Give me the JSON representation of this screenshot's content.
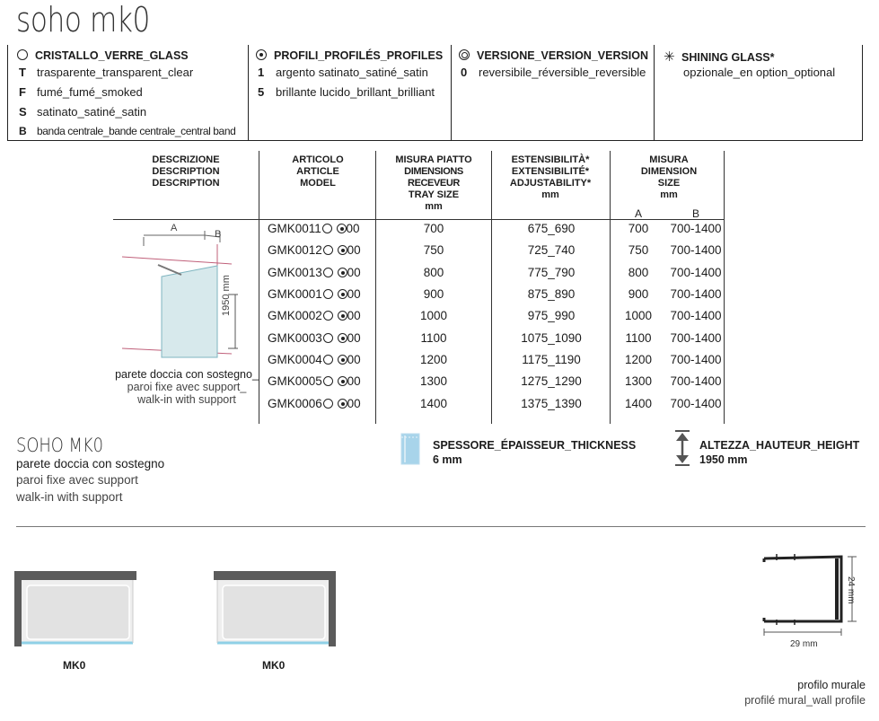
{
  "title": "soho mk0",
  "legend": {
    "glass": {
      "header": "CRISTALLO_VERRE_GLASS",
      "items": [
        {
          "code": "T",
          "label": "trasparente_transparent_clear"
        },
        {
          "code": "F",
          "label": "fumé_fumé_smoked"
        },
        {
          "code": "S",
          "label": "satinato_satiné_satin"
        },
        {
          "code": "B",
          "label": "banda centrale_bande centrale_central band"
        }
      ]
    },
    "profiles": {
      "header": "PROFILI_PROFILÉS_PROFILES",
      "items": [
        {
          "code": "1",
          "label": "argento satinato_satiné_satin"
        },
        {
          "code": "5",
          "label": "brillante lucido_brillant_brilliant"
        }
      ]
    },
    "version": {
      "header": "VERSIONE_VERSION_VERSION",
      "items": [
        {
          "code": "0",
          "label": "reversibile_réversible_reversible"
        }
      ]
    },
    "shining": {
      "header": "SHINING GLASS*",
      "label": "opzionale_en option_optional"
    }
  },
  "table": {
    "headers": {
      "description": [
        "DESCRIZIONE",
        "DESCRIPTION",
        "DESCRIPTION"
      ],
      "article": [
        "ARTICOLO",
        "ARTICLE",
        "MODEL"
      ],
      "tray": [
        "MISURA PIATTO",
        "DIMENSIONS RECEVEUR",
        "TRAY SIZE",
        "mm"
      ],
      "adjust": [
        "ESTENSIBILITÀ*",
        "EXTENSIBILITÉ*",
        "ADJUSTABILITY*",
        "mm"
      ],
      "size": [
        "MISURA",
        "DIMENSION",
        "SIZE",
        "mm"
      ],
      "size_a": "A",
      "size_b": "B"
    },
    "rows": [
      {
        "code": "GMK0011",
        "suffix": "00",
        "tray": "700",
        "adjust": "675_690",
        "a": "700",
        "b": "700-1400"
      },
      {
        "code": "GMK0012",
        "suffix": "00",
        "tray": "750",
        "adjust": "725_740",
        "a": "750",
        "b": "700-1400"
      },
      {
        "code": "GMK0013",
        "suffix": "00",
        "tray": "800",
        "adjust": "775_790",
        "a": "800",
        "b": "700-1400"
      },
      {
        "code": "GMK0001",
        "suffix": "00",
        "tray": "900",
        "adjust": "875_890",
        "a": "900",
        "b": "700-1400"
      },
      {
        "code": "GMK0002",
        "suffix": "00",
        "tray": "1000",
        "adjust": "975_990",
        "a": "1000",
        "b": "700-1400"
      },
      {
        "code": "GMK0003",
        "suffix": "00",
        "tray": "1100",
        "adjust": "1075_1090",
        "a": "1100",
        "b": "700-1400"
      },
      {
        "code": "GMK0004",
        "suffix": "00",
        "tray": "1200",
        "adjust": "1175_1190",
        "a": "1200",
        "b": "700-1400"
      },
      {
        "code": "GMK0005",
        "suffix": "00",
        "tray": "1300",
        "adjust": "1275_1290",
        "a": "1300",
        "b": "700-1400"
      },
      {
        "code": "GMK0006",
        "suffix": "00",
        "tray": "1400",
        "adjust": "1375_1390",
        "a": "1400",
        "b": "700-1400"
      }
    ],
    "drawing": {
      "label_a": "A",
      "label_b": "B",
      "height_label": "1950 mm",
      "caption": [
        "parete doccia con sostegno_",
        "paroi fixe avec support_",
        "walk-in with support"
      ]
    }
  },
  "product": {
    "name": "SOHO MK0",
    "subtitle": [
      "parete doccia con sostegno",
      "paroi fixe avec support",
      "walk-in with support"
    ],
    "thickness_label": "SPESSORE_ÉPAISSEUR_THICKNESS",
    "thickness_value": "6 mm",
    "height_label": "ALTEZZA_HAUTEUR_HEIGHT",
    "height_value": "1950 mm"
  },
  "plans": [
    {
      "label": "MK0"
    },
    {
      "label": "MK0"
    }
  ],
  "profile": {
    "height_label": "24 mm",
    "width_label": "29 mm",
    "caption": [
      "profilo murale",
      "profilé mural_wall profile"
    ]
  },
  "colors": {
    "glass": "#d7e9ec",
    "glass_edge": "#7fb5c0",
    "wall": "#5b5b5b",
    "accent": "#c0607a",
    "thickness_icon": "#a8d4ea"
  }
}
